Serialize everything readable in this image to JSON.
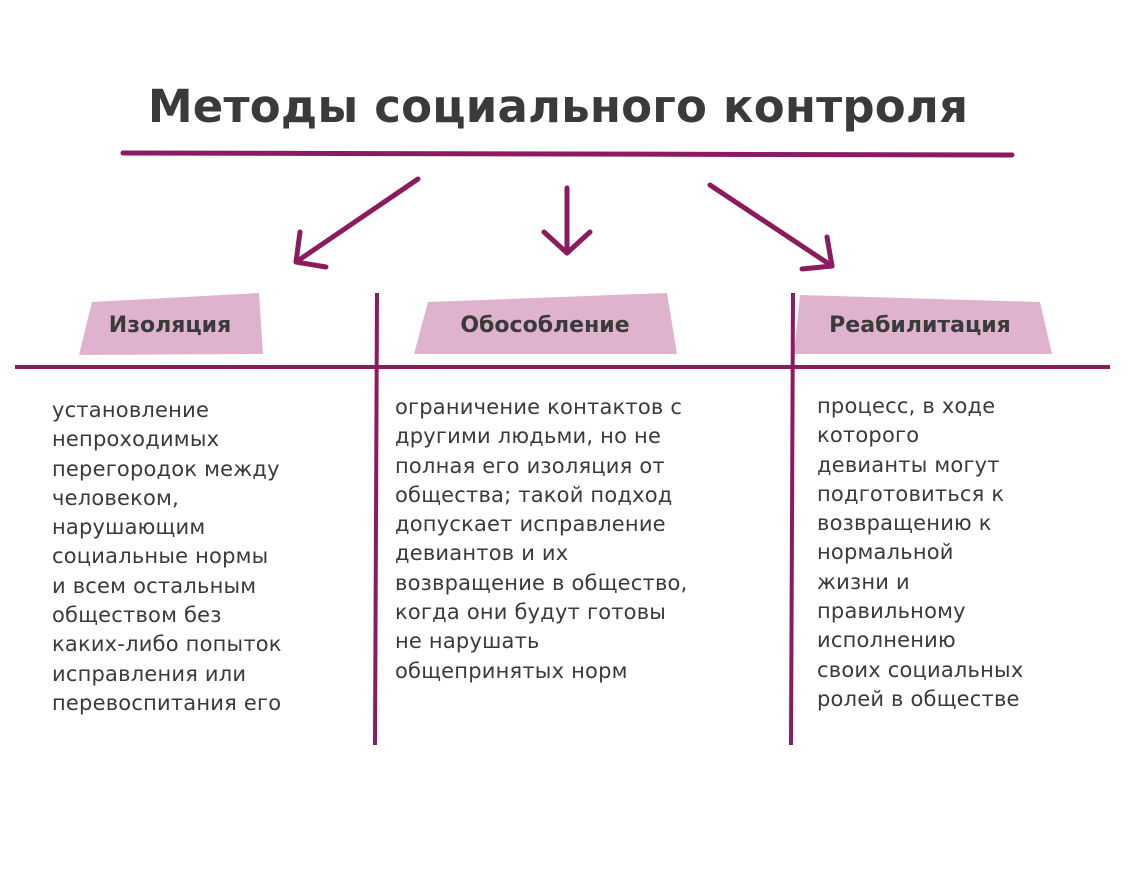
{
  "title": "Методы социального контроля",
  "colors": {
    "accent": "#8b1a5f",
    "label_fill": "#dfb3cd",
    "text": "#3a3a3a"
  },
  "methods": [
    {
      "label": "Изоляция",
      "description": "установление\nнепроходимых\nперегородок между\nчеловеком,\nнарушающим\nсоциальные нормы\nи всем остальным\nобществом без\nкаких-либо попыток\nисправления или\nперевоспитания его"
    },
    {
      "label": "Обособление",
      "description": "ограничение контактов с\nдругими людьми, но не\nполная его изоляция от\nобщества; такой подход\nдопускает исправление\nдевиантов и их\nвозвращение в общество,\nкогда они будут готовы\nне нарушать\nобщепринятых норм"
    },
    {
      "label": "Реабилитация",
      "description": "процесс, в ходе\nкоторого\nдевианты могут\nподготовиться к\nвозвращению к\nнормальной\nжизни и\nправильному\nисполнению\nсвоих социальных\nролей в обществе"
    }
  ]
}
